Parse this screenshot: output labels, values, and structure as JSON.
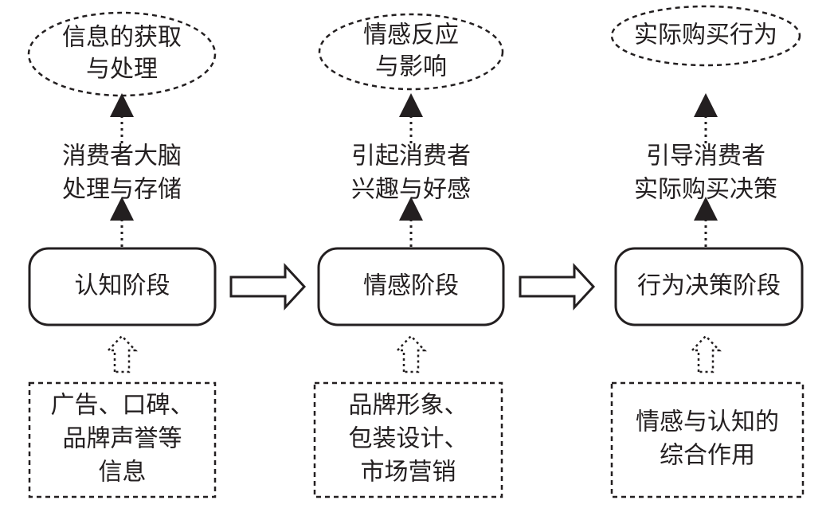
{
  "columns": [
    {
      "outcome": [
        "信息的获取",
        "与处理"
      ],
      "effect": [
        "消费者大脑",
        "处理与存储"
      ],
      "stage": "认知阶段",
      "inputs": [
        "广告、口碑、",
        "品牌声誉等",
        "信息"
      ]
    },
    {
      "outcome": [
        "情感反应",
        "与影响"
      ],
      "effect": [
        "引起消费者",
        "兴趣与好感"
      ],
      "stage": "情感阶段",
      "inputs": [
        "品牌形象、",
        "包装设计、",
        "市场营销"
      ]
    },
    {
      "outcome": [
        "实际购买行为"
      ],
      "effect": [
        "引导消费者",
        "实际购买决策"
      ],
      "stage": "行为决策阶段",
      "inputs": [
        "情感与认知的",
        "综合作用"
      ]
    }
  ]
}
